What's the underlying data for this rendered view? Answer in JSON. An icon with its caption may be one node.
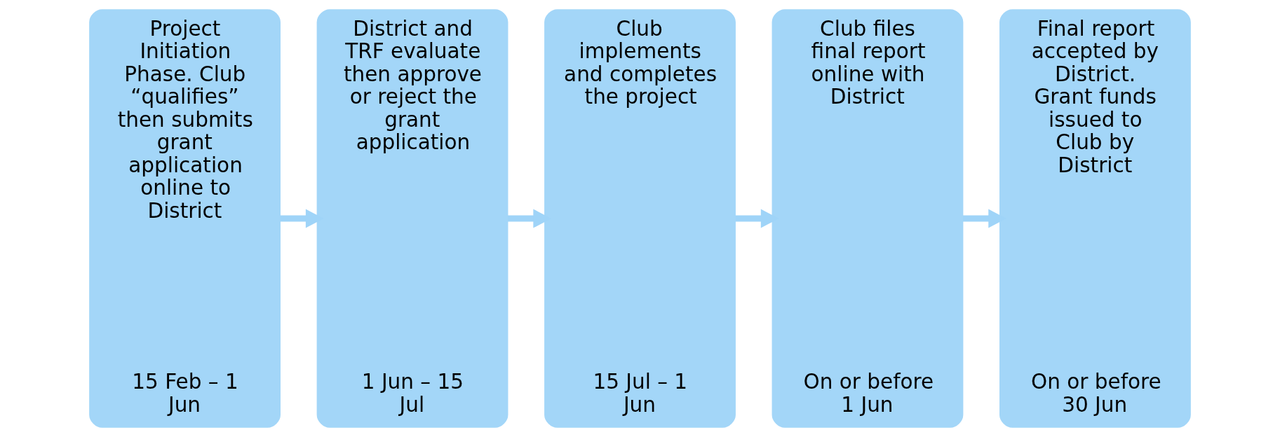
{
  "diagram": {
    "nodes": [
      {
        "text": [
          "Project Initiation Phase. Club “qualifies” then submits grant application online to District",
          "15 Feb – 1 Jun"
        ]
      },
      {
        "text": [
          "District and TRF evaluate then approve or reject the grant application",
          "1 Jun – 15 Jul"
        ]
      },
      {
        "text": [
          "Club implements and completes the project",
          "15 Jul – 1 Jun"
        ]
      },
      {
        "text": [
          "Club files final report online with District",
          "On or before 1 Jun"
        ]
      },
      {
        "text": [
          "Final report accepted by District. Grant funds issued to Club by District",
          "On or before 30 Jun"
        ]
      }
    ],
    "edges": [
      {
        "from": 0,
        "to": 1,
        "arrow": "to"
      },
      {
        "from": 1,
        "to": 2,
        "arrow": "to"
      },
      {
        "from": 2,
        "to": 3,
        "arrow": "to"
      },
      {
        "from": 3,
        "to": 4,
        "arrow": "to"
      }
    ]
  }
}
